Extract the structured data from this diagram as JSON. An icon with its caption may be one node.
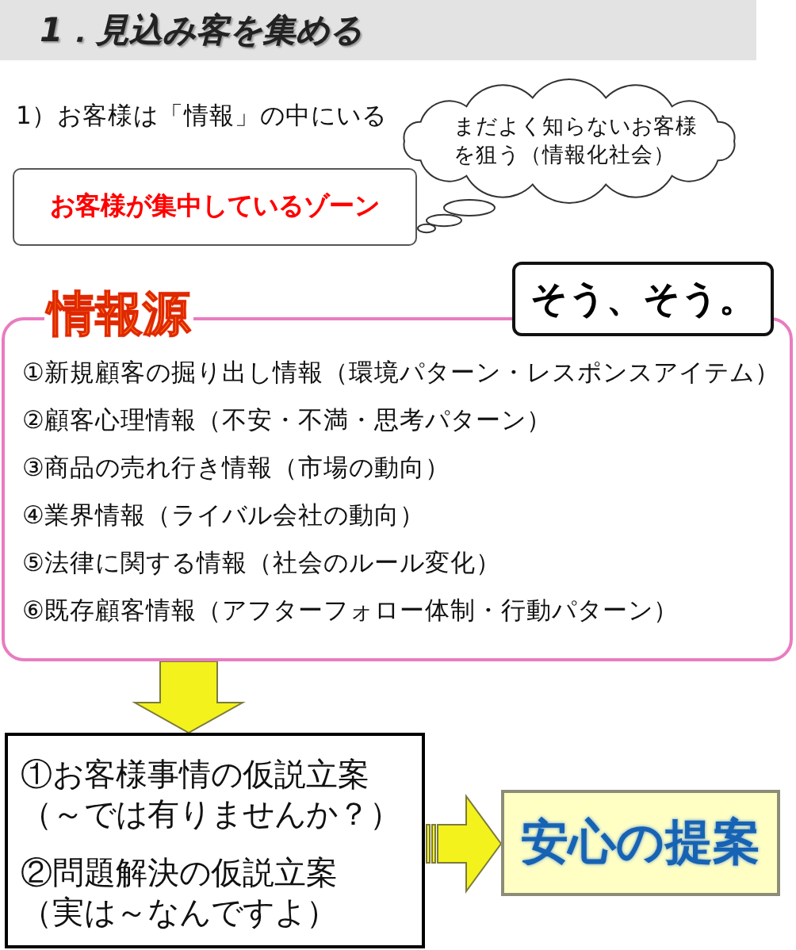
{
  "diagram": {
    "title": "1．見込み客を集める",
    "nodes": [
      {
        "text": [
          "まだよく知らないお客様を狙う（情報化社会）"
        ]
      },
      {
        "text": [
          "お客様が集中しているゾーン"
        ]
      },
      {
        "text": [
          "そう、そう。"
        ]
      },
      {
        "text": [
          "情報源",
          "①新規顧客の掘り出し情報（環境パターン・レスポンスアイテム）",
          "②顧客心理情報（不安・不満・思考パターン）",
          "③商品の売れ行き情報（市場の動向）",
          "④業界情報（ライバル会社の動向）",
          "⑤法律に関する情報（社会のルール変化）",
          "⑥既存顧客情報（アフターフォロー体制・行動パターン）"
        ]
      },
      {
        "text": [
          "①お客様事情の仮説立案（～では有りませんか？）",
          "②問題解決の仮説立案（実は～なんですよ）"
        ]
      },
      {
        "text": [
          "安心の提案"
        ]
      }
    ],
    "edges": [
      {
        "from": 3,
        "to": 4,
        "arrow": "to"
      },
      {
        "from": 4,
        "to": 5,
        "arrow": "to"
      }
    ],
    "labels": [
      "1）お客様は「情報」の中にいる"
    ]
  }
}
